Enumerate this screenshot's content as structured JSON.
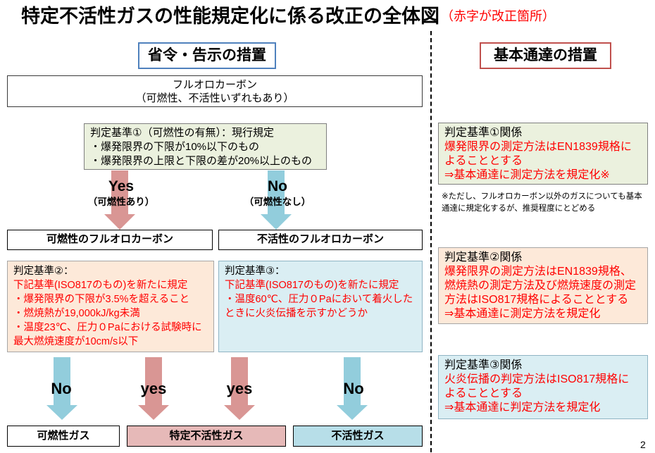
{
  "title": {
    "main": "特定不活性ガスの性能規定化に係る改正の全体図",
    "note": "（赤字が改正箇所）"
  },
  "left": {
    "header": "省令・告示の措置",
    "source": {
      "name": "フルオロカーボン",
      "description": "（可燃性、不活性いずれもあり）"
    },
    "criterion1": {
      "heading": "判定基準①（可燃性の有無）：現行規定",
      "items": [
        "・爆発限界の下限が10%以下のもの",
        "・爆発限界の上限と下限の差が20%以上のもの"
      ]
    },
    "branches": {
      "yes": {
        "label": "Yes",
        "sub": "（可燃性あり）"
      },
      "no": {
        "label": "No",
        "sub": "（可燃性なし）"
      }
    },
    "categories": {
      "flammable": "可燃性のフルオロカーボン",
      "inert": "不活性のフルオロカーボン"
    },
    "criterion2": {
      "heading": "判定基準②：",
      "lines": [
        "下記基準(ISO817のもの)を新たに規定",
        "・爆発限界の下限が3.5%を超えること",
        "・燃焼熱が19,000kJ/kg未満",
        "・温度23℃、圧力０Paにおける試験時に",
        "最大燃焼速度が10cm/s以下"
      ]
    },
    "criterion3": {
      "heading": "判定基準③：",
      "lines": [
        "下記基準(ISO817のもの)を新たに規定",
        "・温度60℃、圧力０Paにおいて着火した",
        "ときに火炎伝播を示すかどうか"
      ]
    },
    "outcome_arrows": [
      "No",
      "yes",
      "yes",
      "No"
    ],
    "outcomes": {
      "flammable_gas": "可燃性ガス",
      "specified_inert_gas": "特定不活性ガス",
      "inert_gas": "不活性ガス"
    }
  },
  "right": {
    "header": "基本通達の措置",
    "notes": [
      {
        "heading": "判定基準①関係",
        "lines": [
          "爆発限界の測定方法はEN1839規格に",
          "よることとする",
          "⇒基本通達に測定方法を規定化※"
        ]
      },
      {
        "heading": "判定基準②関係",
        "lines": [
          "爆発限界の測定方法はEN1839規格、",
          "燃焼熱の測定方法及び燃焼速度の測定",
          "方法はISO817規格によることとする",
          "⇒基本通達に測定方法を規定化"
        ]
      },
      {
        "heading": "判定基準③関係",
        "lines": [
          "火炎伝播の判定方法はISO817規格に",
          "よることとする",
          "⇒基本通達に判定方法を規定化"
        ]
      }
    ],
    "footnote": [
      "※ただし、フルオロカーボン以外のガスについても基本",
      "通達に規定化するが、推奨程度にとどめる"
    ]
  },
  "page_number": "2",
  "colors": {
    "revised_text": "#ff0000",
    "yes_arrow": "#d99694",
    "no_arrow": "#92cddc",
    "criterion1_fill": "#ebf1de",
    "criterion2_fill": "#fde9d9",
    "criterion3_fill": "#daeef3",
    "specified_inert_fill": "#e6b9b8",
    "inert_fill": "#b7dee8",
    "left_header_border": "#4f81bd",
    "right_header_border": "#c0504d"
  }
}
